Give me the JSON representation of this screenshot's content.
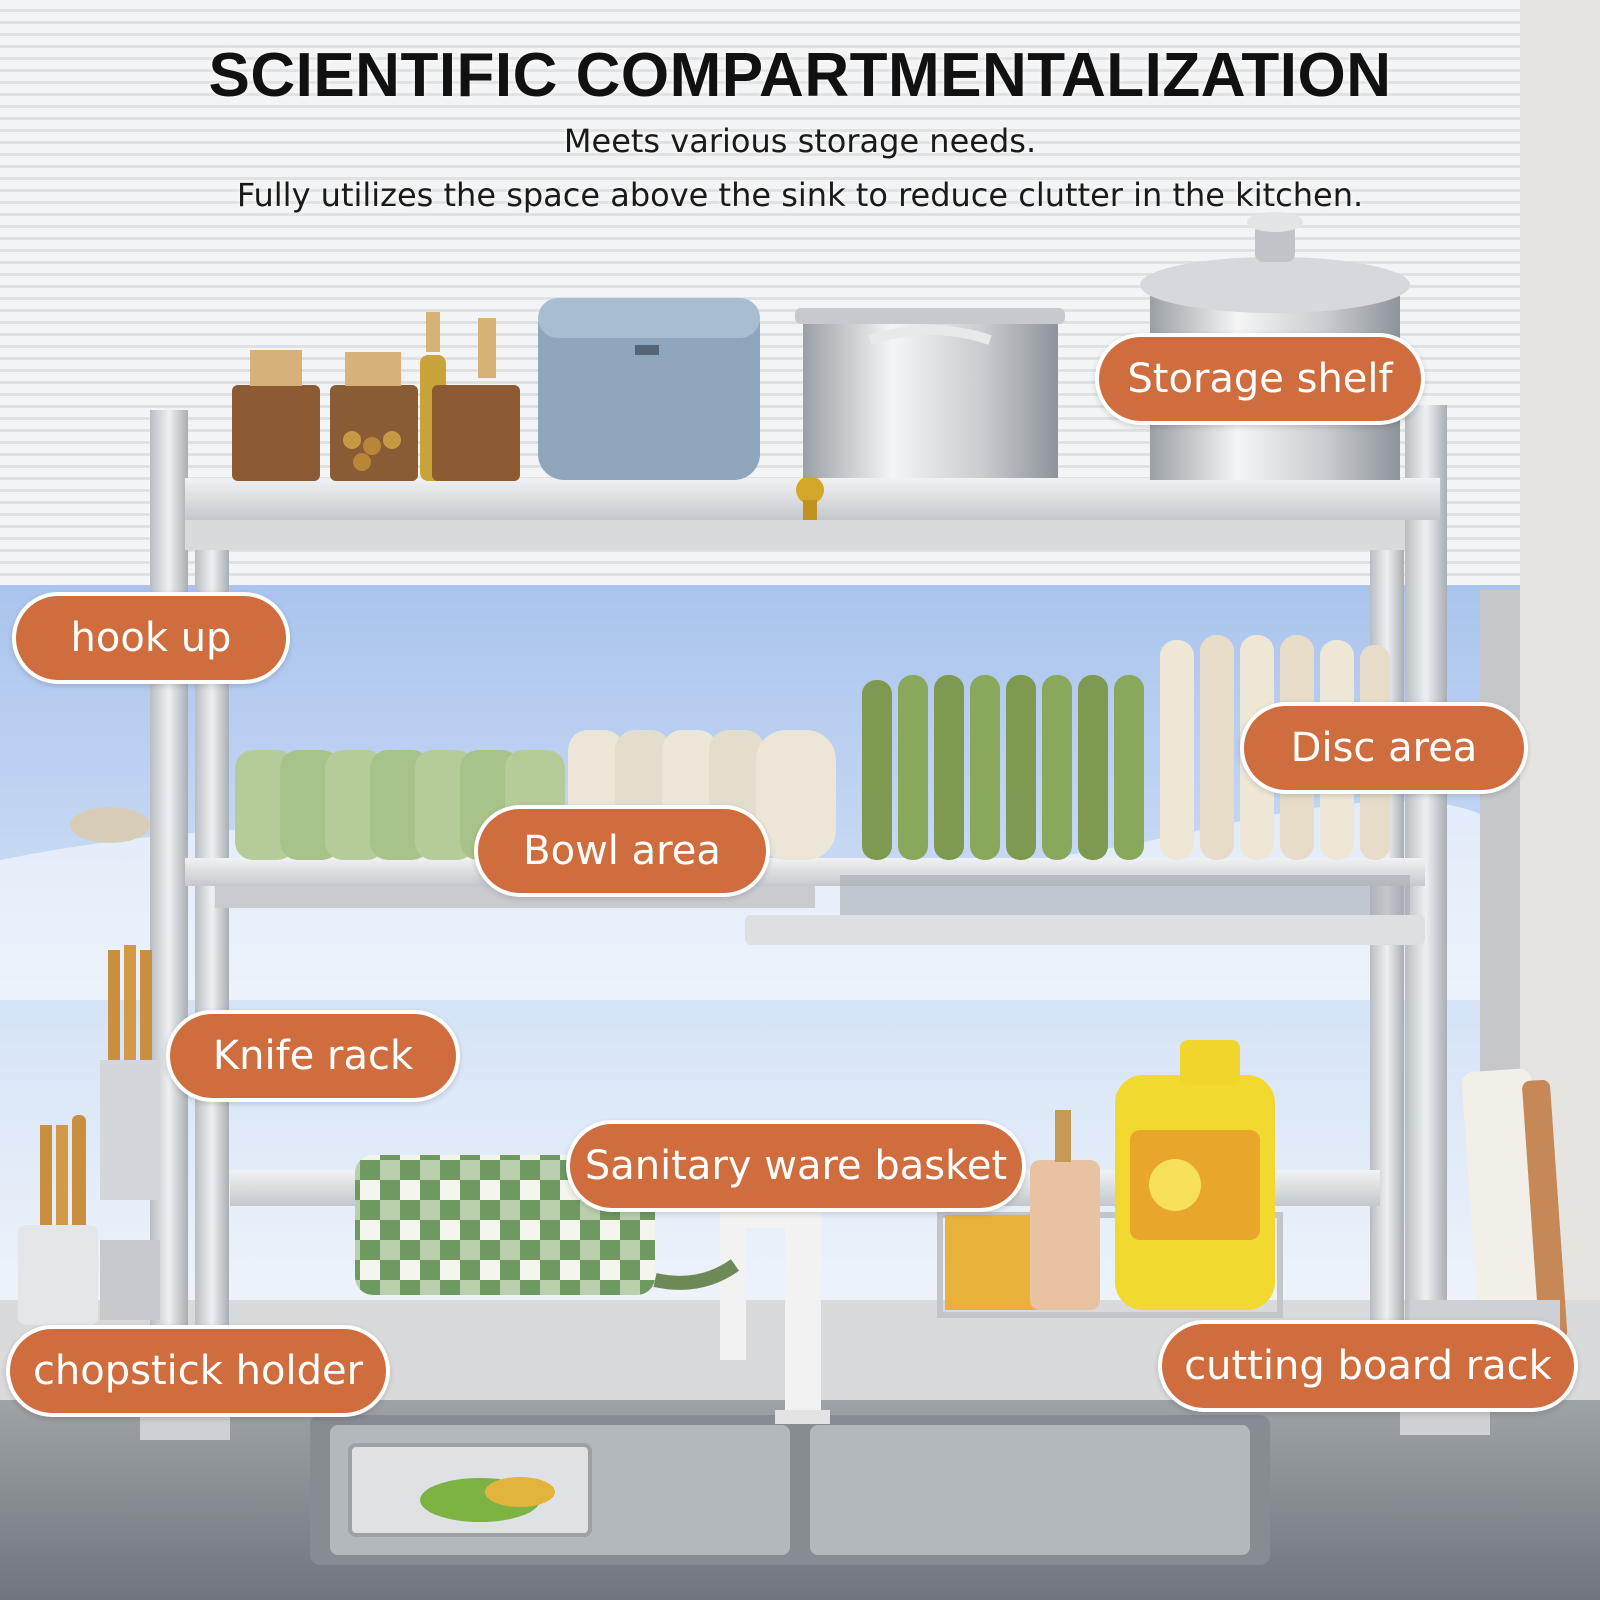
{
  "header": {
    "title": "SCIENTIFIC COMPARTMENTALIZATION",
    "subtitle_line1": "Meets various storage needs.",
    "subtitle_line2": "Fully utilizes the space above the sink to reduce clutter in the kitchen."
  },
  "labels": {
    "storage_shelf": "Storage shelf",
    "hook_up": "hook up",
    "disc_area": "Disc area",
    "bowl_area": "Bowl area",
    "knife_rack": "Knife rack",
    "sanitary_ware_basket": "Sanitary ware basket",
    "chopstick_holder": "chopstick holder",
    "cutting_board_rack": "cutting board rack"
  },
  "colors": {
    "label_fill": "#cf6d3e",
    "label_border": "#ffffff",
    "title_text": "#111111"
  }
}
